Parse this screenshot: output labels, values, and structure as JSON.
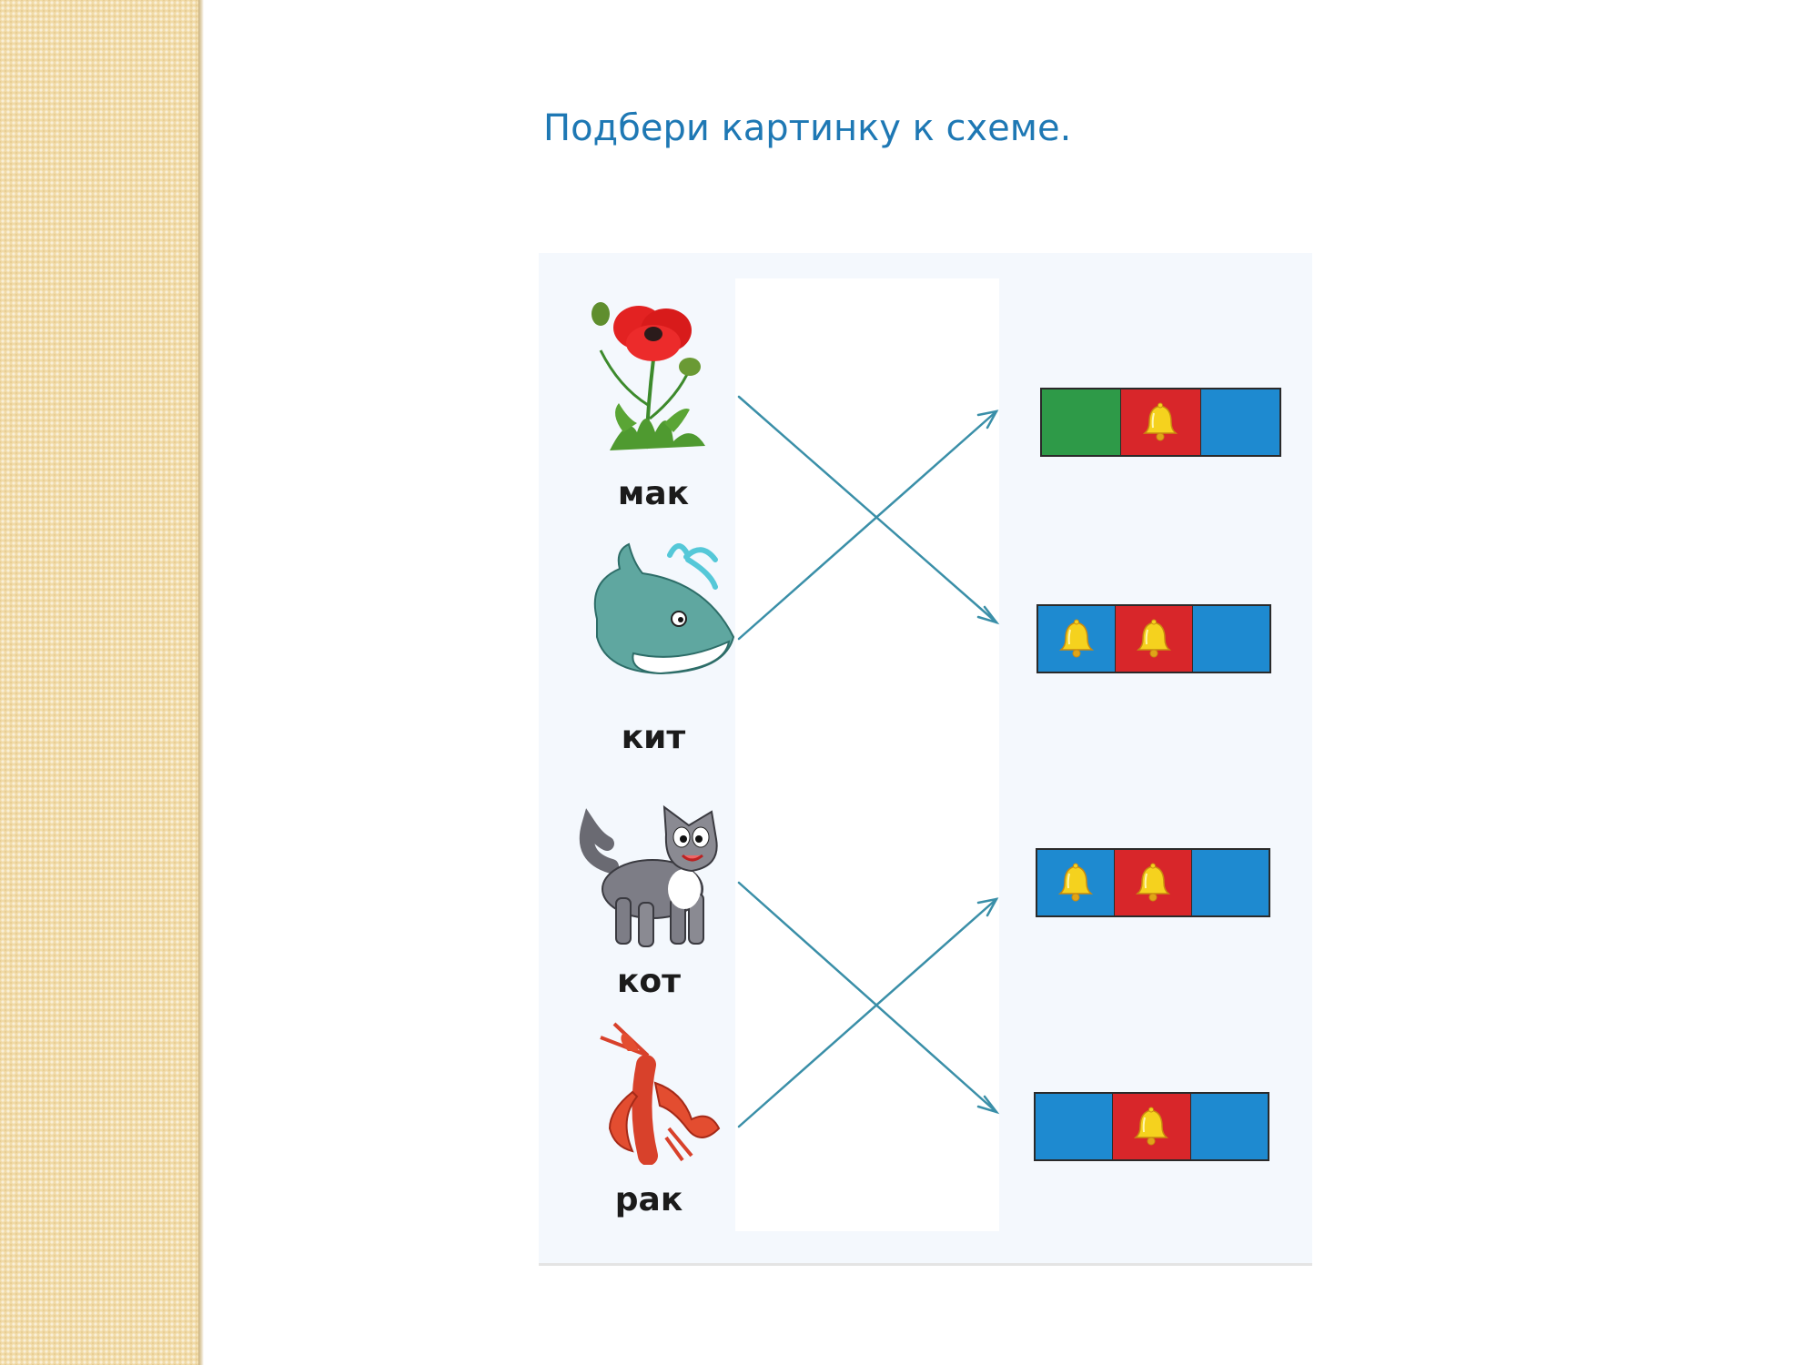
{
  "title": "Подбери картинку к схеме.",
  "words": [
    "мак",
    "кит",
    "кот",
    "рак"
  ],
  "colors": {
    "title": "#1e78b4",
    "vowel_red": "#d8262a",
    "consonant_blue": "#1e8ad0",
    "soft_green": "#2e9a48",
    "bell": "#f5d21e",
    "line": "#3a8fa8"
  },
  "schemes": [
    {
      "cells": [
        {
          "color": "green",
          "bell": false
        },
        {
          "color": "red",
          "bell": true
        },
        {
          "color": "blue",
          "bell": false
        }
      ]
    },
    {
      "cells": [
        {
          "color": "blue",
          "bell": true
        },
        {
          "color": "red",
          "bell": true
        },
        {
          "color": "blue",
          "bell": false
        }
      ]
    },
    {
      "cells": [
        {
          "color": "blue",
          "bell": true
        },
        {
          "color": "red",
          "bell": true
        },
        {
          "color": "blue",
          "bell": false
        }
      ]
    },
    {
      "cells": [
        {
          "color": "blue",
          "bell": false
        },
        {
          "color": "red",
          "bell": true
        },
        {
          "color": "blue",
          "bell": false
        }
      ]
    }
  ],
  "icons": [
    "poppy-icon",
    "whale-icon",
    "cat-icon",
    "crayfish-icon",
    "bell-icon",
    "arrow-icon"
  ]
}
